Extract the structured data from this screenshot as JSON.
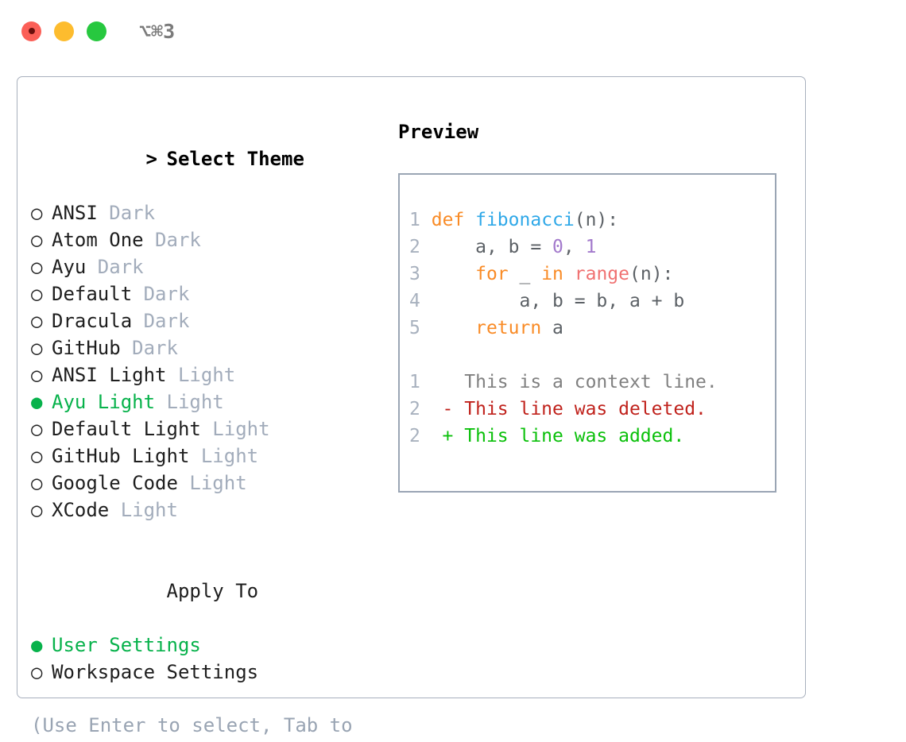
{
  "titlebar": {
    "shortcut": "⌥⌘3",
    "lights": [
      "close",
      "minimize",
      "maximize"
    ],
    "colors": {
      "close": "#fb5f57",
      "minimize": "#fdbc2e",
      "maximize": "#27c83f",
      "shortcut_text": "#7b7b7b"
    }
  },
  "colors": {
    "accent_green": "#07b24b",
    "dim_text": "#a2acbb",
    "hint_text": "#99a4b3",
    "panel_border": "#a8b0bd",
    "code_border": "#9aa5b4",
    "keyword": "#f98b26",
    "function": "#2fa8e8",
    "builtin": "#f07171",
    "number": "#a37acc",
    "plain": "#5c6166",
    "diff_context": "#808080",
    "diff_deleted": "#c0221c",
    "diff_added": "#0ac00a"
  },
  "theme_list": {
    "header_prefix": ">",
    "header_label": "Select Theme",
    "marker_selected": "●",
    "marker_unselected": "○",
    "items": [
      {
        "name": "ANSI",
        "variant": "Dark",
        "selected": false
      },
      {
        "name": "Atom One",
        "variant": "Dark",
        "selected": false
      },
      {
        "name": "Ayu",
        "variant": "Dark",
        "selected": false
      },
      {
        "name": "Default",
        "variant": "Dark",
        "selected": false
      },
      {
        "name": "Dracula",
        "variant": "Dark",
        "selected": false
      },
      {
        "name": "GitHub",
        "variant": "Dark",
        "selected": false
      },
      {
        "name": "ANSI Light",
        "variant": "Light",
        "selected": false
      },
      {
        "name": "Ayu Light",
        "variant": "Light",
        "selected": true
      },
      {
        "name": "Default Light",
        "variant": "Light",
        "selected": false
      },
      {
        "name": "GitHub Light",
        "variant": "Light",
        "selected": false
      },
      {
        "name": "Google Code",
        "variant": "Light",
        "selected": false
      },
      {
        "name": "XCode",
        "variant": "Light",
        "selected": false
      }
    ]
  },
  "apply_to": {
    "header_label": "Apply To",
    "items": [
      {
        "name": "User Settings",
        "selected": true
      },
      {
        "name": "Workspace Settings",
        "selected": false
      }
    ]
  },
  "hint": "(Use Enter to select, Tab to change focus)",
  "preview": {
    "title": "Preview",
    "code_lines": [
      {
        "lineno": "1",
        "tokens": [
          {
            "t": "def ",
            "c": "kw"
          },
          {
            "t": "fibonacci",
            "c": "fn"
          },
          {
            "t": "(n):",
            "c": "txt"
          }
        ]
      },
      {
        "lineno": "2",
        "tokens": [
          {
            "t": "    a, b = ",
            "c": "txt"
          },
          {
            "t": "0",
            "c": "num"
          },
          {
            "t": ", ",
            "c": "txt"
          },
          {
            "t": "1",
            "c": "num"
          }
        ]
      },
      {
        "lineno": "3",
        "tokens": [
          {
            "t": "    for",
            "c": "kw"
          },
          {
            "t": " _ ",
            "c": "txt"
          },
          {
            "t": "in",
            "c": "kw"
          },
          {
            "t": " ",
            "c": "txt"
          },
          {
            "t": "range",
            "c": "bi"
          },
          {
            "t": "(n):",
            "c": "txt"
          }
        ]
      },
      {
        "lineno": "4",
        "tokens": [
          {
            "t": "        a, b = b, a + b",
            "c": "txt"
          }
        ]
      },
      {
        "lineno": "5",
        "tokens": [
          {
            "t": "    return",
            "c": "kw"
          },
          {
            "t": " a",
            "c": "txt"
          }
        ]
      }
    ],
    "diff_lines": [
      {
        "lineno": "1",
        "sign": " ",
        "text": "This is a context line.",
        "kind": "ctx"
      },
      {
        "lineno": "2",
        "sign": "-",
        "text": "This line was deleted.",
        "kind": "del"
      },
      {
        "lineno": "2",
        "sign": "+",
        "text": "This line was added.",
        "kind": "add"
      }
    ]
  }
}
